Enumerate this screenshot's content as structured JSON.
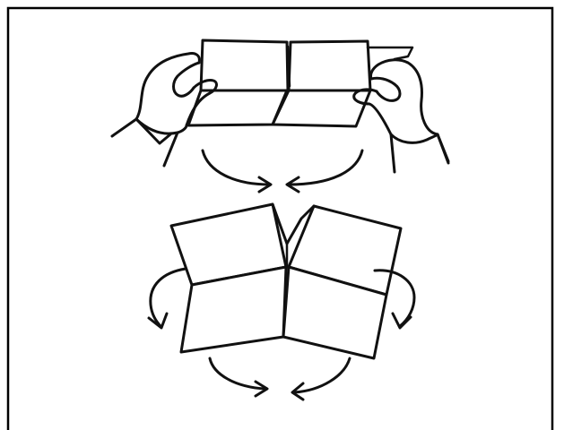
{
  "figure": {
    "kind": "folding-instruction-illustration",
    "colors": {
      "ink": "#111111",
      "paper": "#ffffff",
      "frame": "#000000"
    },
    "steps": [
      {
        "step": "hold-and-fold",
        "shows": [
          "left-hand",
          "right-hand",
          "flat-sheet-four-panels"
        ]
      },
      {
        "step": "result-v-fold",
        "shows": [
          "v-folded-sheet-four-panels"
        ]
      }
    ],
    "arrows": {
      "top_inward": 2,
      "middle_outward_curved": 2,
      "bottom_inward": 2
    }
  }
}
